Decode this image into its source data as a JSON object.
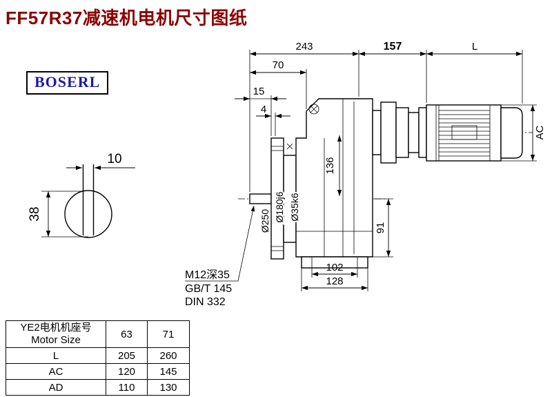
{
  "page": {
    "title": "FF57R37减速机电机尺寸图纸",
    "logo": "BOSERL"
  },
  "drawing": {
    "dims": {
      "top_243": "243",
      "top_157": "157",
      "top_L": "L",
      "d70": "70",
      "d15": "15",
      "d4": "4",
      "ac": "AC",
      "d136": "136",
      "d91": "91",
      "d102": "102",
      "d128": "128",
      "dia250": "Ø250",
      "dia180": "Ø180j6",
      "dia35": "Ø35k6",
      "key_width": "10",
      "shaft_height": "38"
    },
    "notes": {
      "tap": "M12深35",
      "gb": "GB/T 145",
      "din": "DIN 332"
    }
  },
  "table": {
    "header": {
      "line1": "YE2电机机座号",
      "line2": "Motor Size",
      "col1": "63",
      "col2": "71"
    },
    "rows": [
      {
        "label": "L",
        "v1": "205",
        "v2": "260"
      },
      {
        "label": "AC",
        "v1": "120",
        "v2": "145"
      },
      {
        "label": "AD",
        "v1": "110",
        "v2": "130"
      }
    ]
  }
}
